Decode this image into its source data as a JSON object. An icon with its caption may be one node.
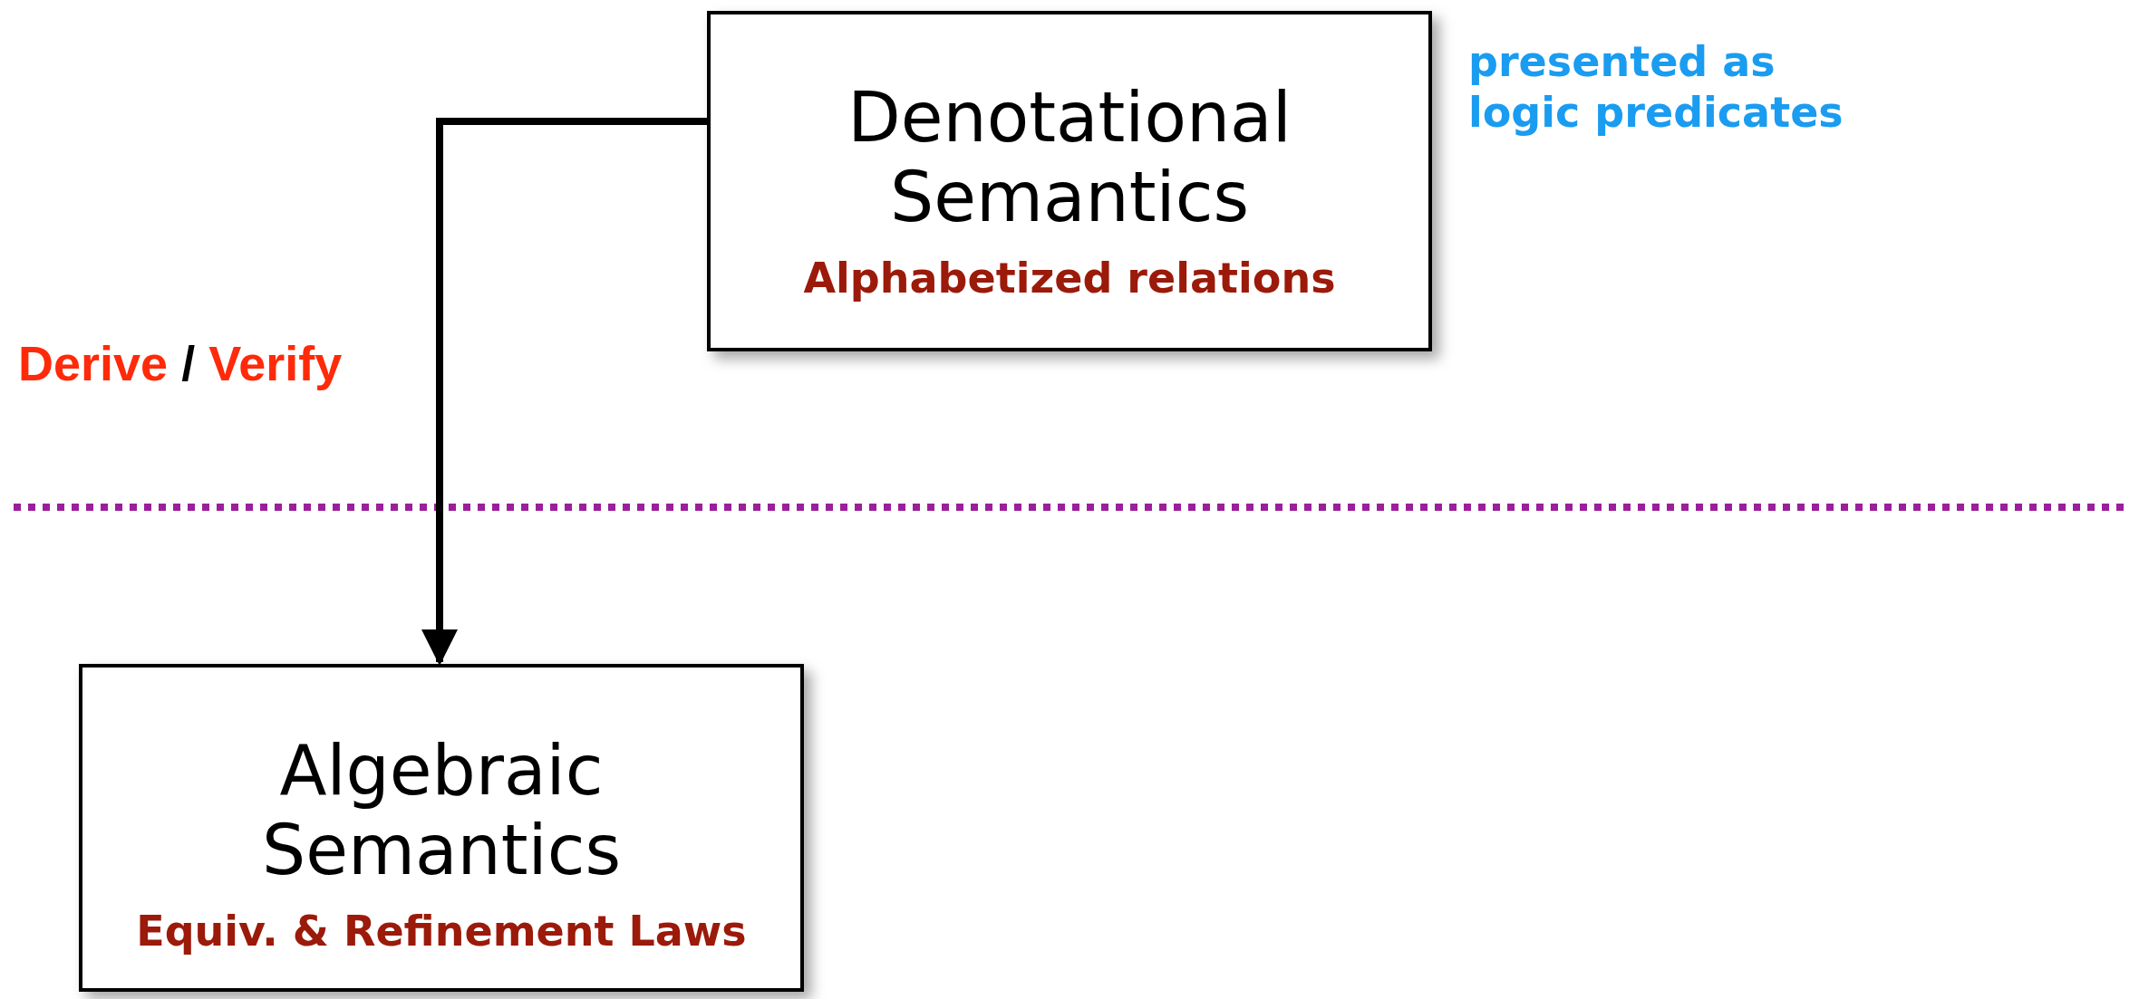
{
  "diagram": {
    "nodes": [
      {
        "text": [
          "Denotational Semantics",
          "Alphabetized relations"
        ],
        "beside": [
          "presented as logic predicates"
        ]
      },
      {
        "text": [
          "Algebraic Semantics",
          "Equiv. & Refinement Laws"
        ]
      }
    ],
    "edges": [
      {
        "from": 0,
        "to": 1,
        "arrow": "to",
        "label": "Derive / Verify"
      }
    ]
  }
}
